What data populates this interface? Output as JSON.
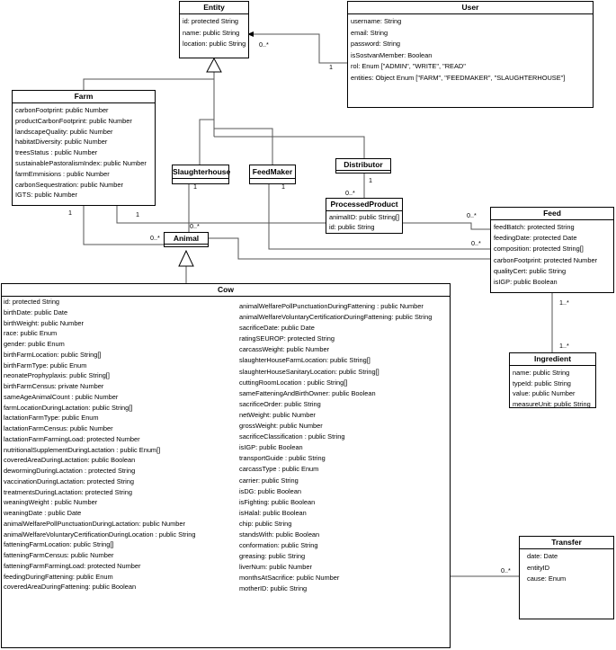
{
  "classes": {
    "entity": {
      "name": "Entity",
      "attributes": [
        "id: protected String",
        "name: public String",
        "location: public String"
      ]
    },
    "user": {
      "name": "User",
      "attributes": [
        "username: String",
        " email: String",
        " password: String",
        " isSostvanMember: Boolean",
        " rol: Enum [\"ADMIN\", \"WRITE\", \"READ\"",
        " entities: Object Enum [\"FARM\", \"FEEDMAKER\", \"SLAUGHTERHOUSE\"]"
      ]
    },
    "farm": {
      "name": "Farm",
      "attributes": [
        "carbonFootprint: public Number",
        "productCarbonFootprint: public Number",
        " landscapeQuality: public Number",
        " habitatDiversity: public Number",
        "treesStatus : public Number",
        "sustainablePastoralismIndex: public Number",
        "farmEmmisions : public Number",
        "carbonSequestration: public Number",
        " IGTS: public Number"
      ]
    },
    "slaughterhouse": {
      "name": "Slaughterhouse"
    },
    "feedmaker": {
      "name": "FeedMaker"
    },
    "distributor": {
      "name": "Distributor"
    },
    "processed_product": {
      "name": "ProcessedProduct",
      "attributes": [
        "animalID: public String[]",
        "id: public String"
      ]
    },
    "animal": {
      "name": "Animal"
    },
    "feed": {
      "name": "Feed",
      "attributes": [
        "feedBatch: protected String",
        "feedingDate: protected Date",
        "composition: protected String[]",
        "carbonFootprint: protected Number",
        " qualityCert: public String",
        "isIGP: public Boolean"
      ]
    },
    "ingredient": {
      "name": "Ingredient",
      "attributes": [
        "name: public String",
        "typeId: public String",
        "value: public Number",
        "measureUnit: public String"
      ]
    },
    "transfer": {
      "name": "Transfer",
      "attributes": [
        "date: Date",
        "entityID",
        "cause: Enum"
      ]
    },
    "cow": {
      "name": "Cow",
      "attributes_left": [
        "id:  protected String",
        "birthDate: public Date",
        "birthWeight: public Number",
        " race: public Enum",
        " gender: public Enum",
        "birthFarmLocation: public String[]",
        " birthFarmType: public Enum",
        " neonateProphyplaxis: public String[]",
        " birthFarmCensus: private Number",
        "sameAgeAnimalCount : public Number",
        " farmLocationDuringLactation: public String[]",
        " lactationFarmType: public Enum",
        "lactationFarmCensus: public Number",
        "lactationFarmFarmingLoad: protected Number",
        "nutritionalSupplementDuringLactation : public Enum[]",
        "coveredAreaDuringLactation: public Boolean",
        " dewormingDuringLactation : protected String",
        "vaccinationDuringLactation: protected String",
        " treatmentsDuringLactation: protected String",
        " weaningWeight : public Number",
        " weaningDate : public Date",
        " animalWelfarePollPunctuationDuringLactation: public Number",
        " animalWelfareVoluntaryCertificationDuringLocation : public String",
        " fatteningFarmLocation: public String[]",
        " fatteningFarmCensus: public Number",
        " fatteningFarmFarmingLoad: protected Number",
        " feedingDuringFattening: public Enum",
        " coveredAreaDuringFattening: public Boolean"
      ],
      "attributes_right": [
        "animalWelfarePollPunctuationDuringFattening : public Number",
        " animalWelfareVoluntaryCertificationDuringFattening: public String",
        "sacrificeDate: public Date",
        "ratingSEUROP:  protected String",
        " carcassWeight: public Number",
        " slaughterHouseFarmLocation: public String[]",
        " slaughterHouseSanitaryLocation: public String[]",
        " cuttingRoomLocation : public String[]",
        " sameFatteningAndBirthOwner: public Boolean",
        " sacrificeOrder: public String",
        "  netWeight: public Number",
        "  grossWeight: public Number",
        "  sacrificeClassification : public String",
        " isIGP: public Boolean",
        " transportGuide : public String",
        " carcassType : public Enum",
        " carrier: public String",
        " isDG: public Boolean",
        " isFighting: public Boolean",
        " isHalal: public Boolean",
        " chip: public String",
        " standsWith: public Boolean",
        " conformation: public String",
        "greasing: public String",
        " liverNum: public Number",
        "  monthsAtSacrifice: public Number",
        "  motherID: public String"
      ]
    }
  },
  "multiplicities": {
    "user_entity_many": "0..*",
    "user_entity_one": "1",
    "farm_one": "1",
    "farm_feed_one": "1",
    "slaughterhouse_one": "1",
    "feedmaker_one": "1",
    "animal_many_farm": "0..*",
    "animal_many_slaughter": "0..*",
    "distributor_one": "1",
    "processed_many": "0..*",
    "feed_many_top": "0..*",
    "feed_many_bottom": "0..*",
    "feed_ingredient_many": "1..*",
    "ingredient_many": "1..*",
    "transfer_many": "0..*"
  }
}
